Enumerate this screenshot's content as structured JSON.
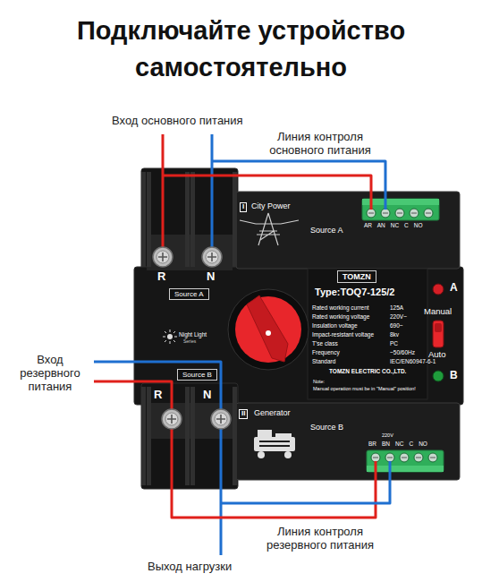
{
  "diagram": {
    "title": "Подключайте устройство самостоятельно",
    "nodes": [
      {
        "text": [
          "Source A"
        ]
      },
      {
        "text": [
          "Source B"
        ]
      },
      {
        "text": [
          "TOMZN"
        ]
      }
    ],
    "labels": [
      "Вход основного питания",
      "Линия контроля основного питания",
      "I",
      "City Power",
      "Source A",
      "AR AN NC C NO",
      "R",
      "N",
      "A",
      "Manual",
      "Auto",
      "B",
      "Night Light",
      "Series",
      "Type:TOQ7-125/2",
      "Rated working current",
      "125A",
      "Rated working voltage",
      "220V~",
      "Insulation voltage",
      "690~",
      "Impact-resistant voltage",
      "8kv",
      "T'se class",
      "PC",
      "Frequency",
      "~50/60Hz",
      "Standard",
      "IEC/EN60947-6-1",
      "TOMZN ELECTRIC CO.,LTD.",
      "Note:",
      "Manual operation must be in \"Manual\" position!",
      "Вход резервного питания",
      "R",
      "N",
      "II",
      "Generator",
      "Source B",
      "220V",
      "BR BN NC C NO",
      "Линия контроля резервного питания",
      "Выход нагрузки"
    ]
  }
}
